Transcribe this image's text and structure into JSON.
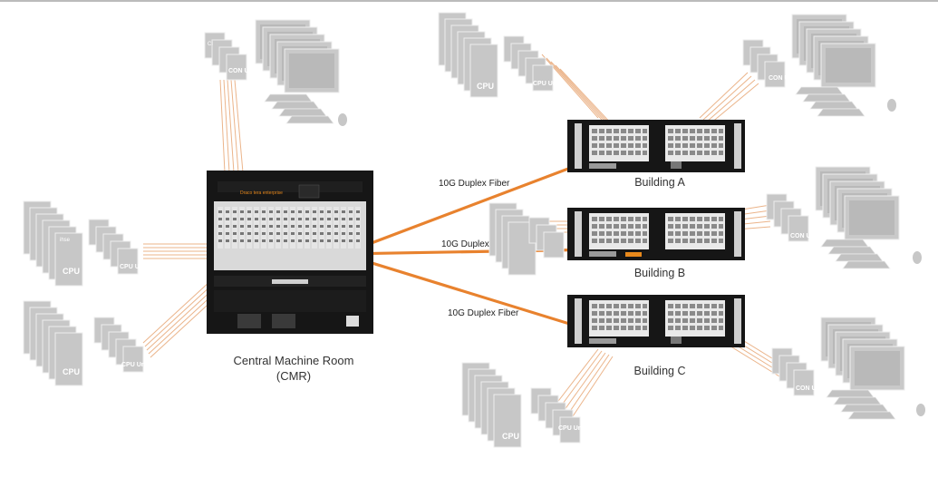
{
  "cmr": {
    "caption_line1": "Central Machine Room",
    "caption_line2": "(CMR)",
    "brand_text": "Draco tera enterprise"
  },
  "buildings": [
    {
      "label": "Building A",
      "fiber_label": "10G Duplex Fiber"
    },
    {
      "label": "Building B",
      "fiber_label": "10G Duplex Fiber"
    },
    {
      "label": "Building C",
      "fiber_label": "10G Duplex Fiber"
    }
  ],
  "devices": {
    "cpu_label": "CPU",
    "cpu_unit_label": "CPU Unit",
    "con_unit_label": "CON Unit",
    "ci_label": "CI",
    "ihse_label": "ihse"
  },
  "colors": {
    "fiber_main": "#e8822e",
    "fiber_thin": "#ebb48a",
    "chassis": "#161616",
    "device_gray": "#c4c4c4",
    "text": "#333333"
  }
}
